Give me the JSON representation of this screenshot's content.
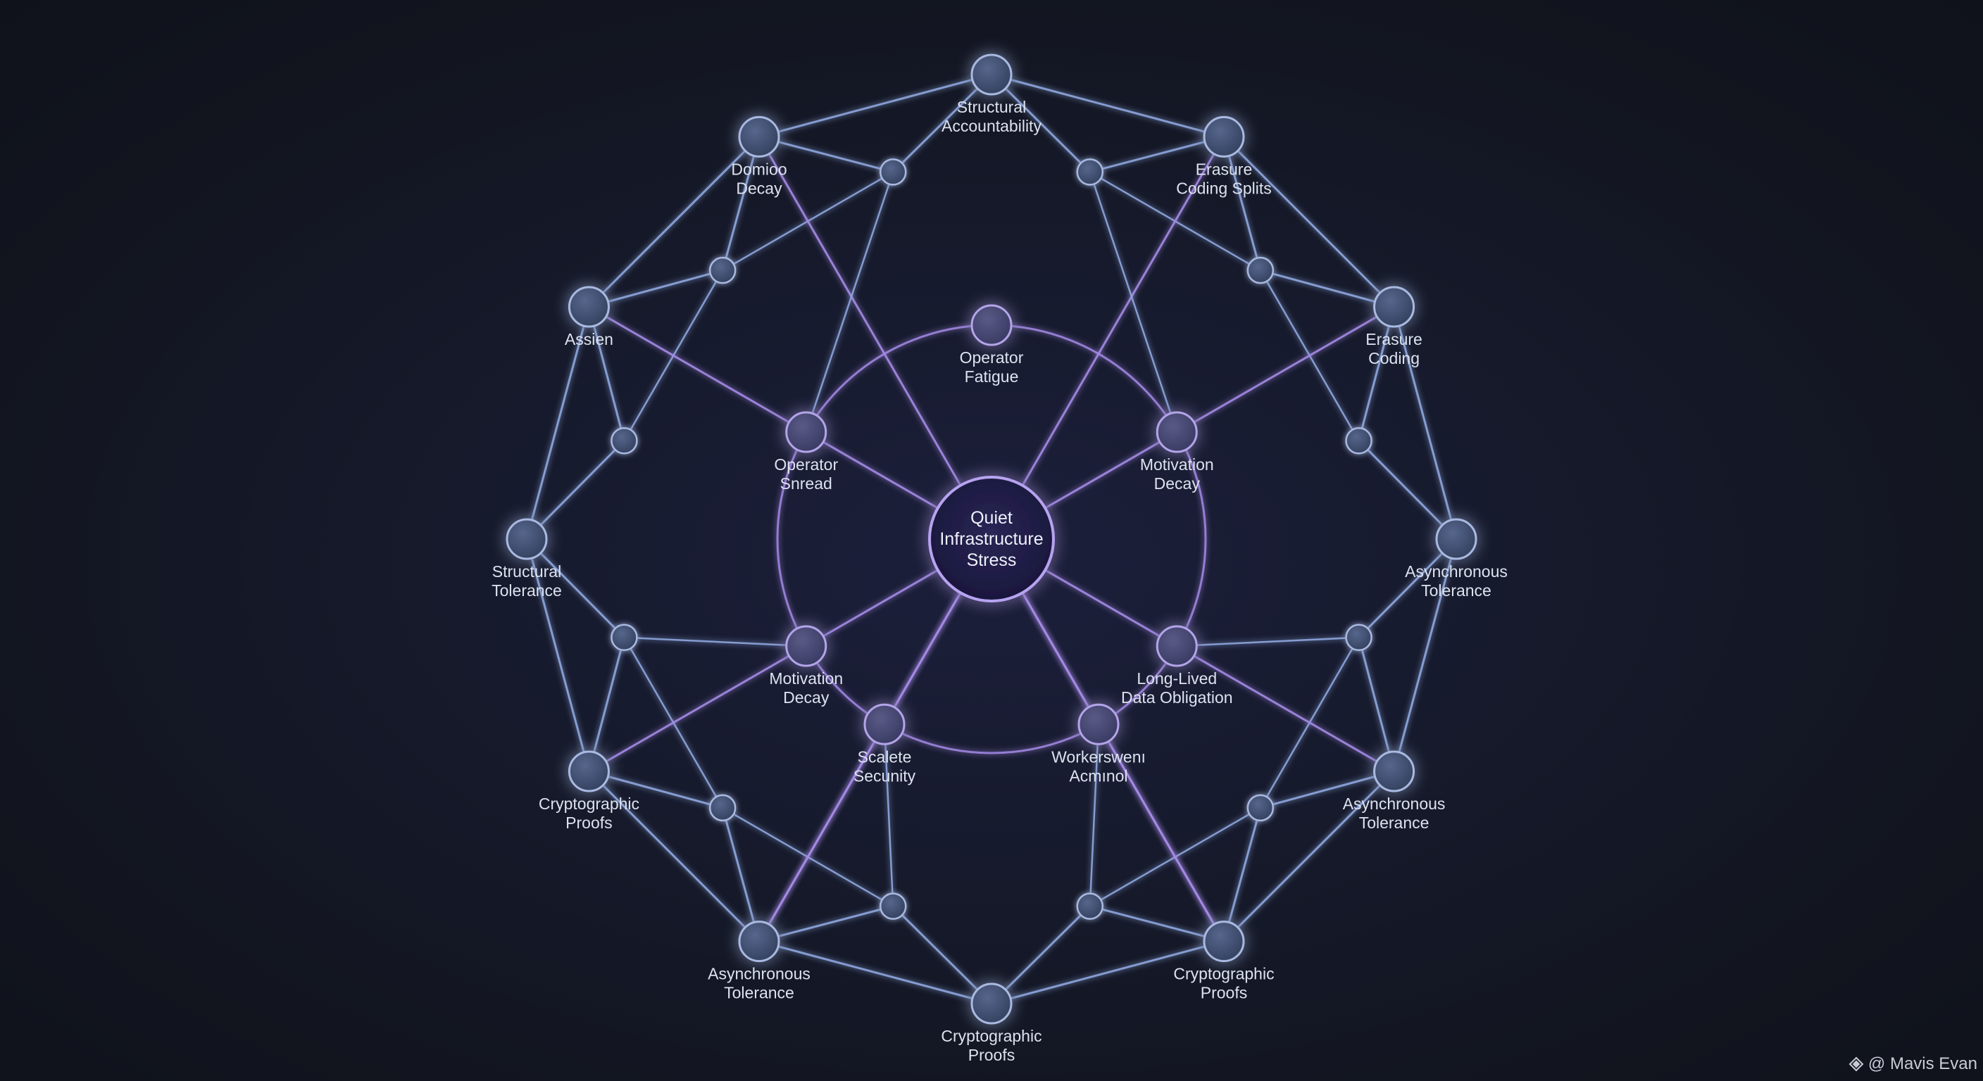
{
  "diagram": {
    "center": {
      "lines": [
        "Quiet",
        "Infrastructure",
        "Stress"
      ]
    },
    "outer_nodes": [
      {
        "id": "o0",
        "lines": [
          "Structural",
          "Accountability"
        ]
      },
      {
        "id": "o1",
        "lines": [
          "Erasure",
          "Coding Splits"
        ]
      },
      {
        "id": "o2",
        "lines": [
          "Erasure",
          "Coding"
        ]
      },
      {
        "id": "o3",
        "lines": [
          "Asynchronous",
          "Tolerance"
        ]
      },
      {
        "id": "o4",
        "lines": [
          "Asynchronous",
          "Tolerance"
        ]
      },
      {
        "id": "o5",
        "lines": [
          "Cryptographic",
          "Proofs"
        ]
      },
      {
        "id": "o6",
        "lines": [
          "Cryptographic",
          "Proofs"
        ]
      },
      {
        "id": "o7",
        "lines": [
          "Asynchronous",
          "Tolerance"
        ]
      },
      {
        "id": "o8",
        "lines": [
          "Cryptographic",
          "Proofs"
        ]
      },
      {
        "id": "o9",
        "lines": [
          "Structural",
          "Tolerance"
        ]
      },
      {
        "id": "o10",
        "lines": [
          "Assien"
        ]
      },
      {
        "id": "o11",
        "lines": [
          "Domioo",
          "Decay"
        ]
      }
    ],
    "inner_nodes": [
      {
        "id": "i0",
        "lines": [
          "Operator",
          "Fatigue"
        ]
      },
      {
        "id": "i1",
        "lines": [
          "Motivation",
          "Decay"
        ]
      },
      {
        "id": "i2",
        "lines": [
          "Long-Lived",
          "Data Obligation"
        ]
      },
      {
        "id": "i3",
        "lines": [
          "Workerswenı",
          "Acmınol"
        ]
      },
      {
        "id": "i4",
        "lines": [
          "Scalete",
          "Secunity"
        ]
      },
      {
        "id": "i5",
        "lines": [
          "Motivation",
          "Decay"
        ]
      },
      {
        "id": "i6",
        "lines": [
          "Operator",
          "Snread"
        ]
      }
    ],
    "colors": {
      "node_fill": "#3c4a6c",
      "node_stroke": "#a9b9e0",
      "outer_edge": "#8ea6de",
      "inner_edge": "#a48ae6",
      "center_fill": "#1d1a3e",
      "center_stroke": "#b7a3f0",
      "label": "#dde2ef"
    }
  },
  "watermark": {
    "text": "@ Mavis Evan",
    "icon": "diamond-logo-icon"
  }
}
